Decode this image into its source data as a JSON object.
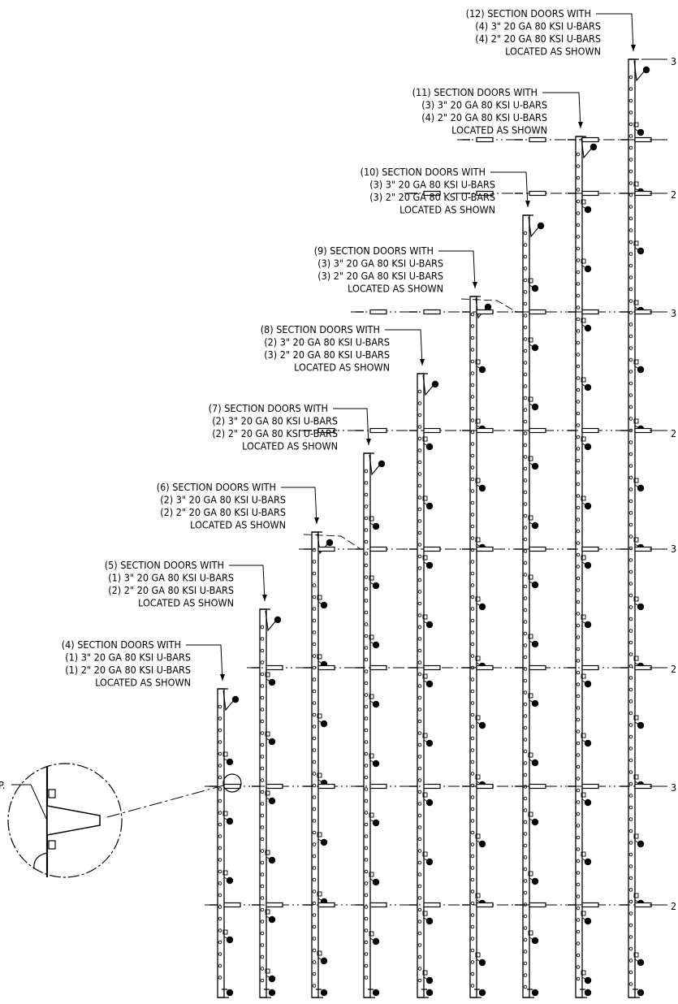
{
  "drawing": {
    "ink_color": "#000000",
    "background": "#ffffff",
    "callouts": [
      {
        "lines": [
          "(4) SECTION DOORS WITH",
          "(1) 3\" 20 GA 80 KSI U-BARS",
          "(1) 2\" 20 GA 80 KSI U-BARS",
          "LOCATED AS SHOWN"
        ]
      },
      {
        "lines": [
          "(5) SECTION DOORS WITH",
          "(1) 3\" 20 GA 80 KSI U-BARS",
          "(2) 2\" 20 GA 80 KSI U-BARS",
          "LOCATED AS SHOWN"
        ]
      },
      {
        "lines": [
          "(6) SECTION DOORS WITH",
          "(2) 3\" 20 GA 80 KSI U-BARS",
          "(2) 2\" 20 GA 80 KSI U-BARS",
          "LOCATED AS SHOWN"
        ]
      },
      {
        "lines": [
          "(7) SECTION DOORS WITH",
          "(2) 3\" 20 GA 80 KSI U-BARS",
          "(2) 2\" 20 GA 80 KSI U-BARS",
          "LOCATED AS SHOWN"
        ]
      },
      {
        "lines": [
          "(8) SECTION DOORS WITH",
          "(2) 3\" 20 GA 80 KSI U-BARS",
          "(3) 2\" 20 GA 80 KSI U-BARS",
          "LOCATED AS SHOWN"
        ]
      },
      {
        "lines": [
          "(9) SECTION DOORS WITH",
          "(3) 3\" 20 GA 80 KSI U-BARS",
          "(3) 2\" 20 GA 80 KSI U-BARS",
          "LOCATED AS SHOWN"
        ]
      },
      {
        "lines": [
          "(10) SECTION DOORS WITH",
          "(3) 3\" 20 GA 80 KSI U-BARS",
          "(3) 2\" 20 GA 80 KSI U-BARS",
          "LOCATED AS SHOWN"
        ]
      },
      {
        "lines": [
          "(11) SECTION DOORS WITH",
          "(3) 3\" 20 GA 80 KSI U-BARS",
          "(4) 2\" 20 GA 80 KSI U-BARS",
          "LOCATED AS SHOWN"
        ]
      },
      {
        "lines": [
          "(12) SECTION DOORS WITH",
          "(4) 3\" 20 GA 80 KSI U-BARS",
          "(4) 2\" 20 GA 80 KSI U-BARS",
          "LOCATED AS SHOWN"
        ]
      }
    ],
    "right_edge_labels": [
      "3",
      "2",
      "3",
      "2",
      "3",
      "2",
      "3",
      "2"
    ],
    "detail_label": "P."
  }
}
